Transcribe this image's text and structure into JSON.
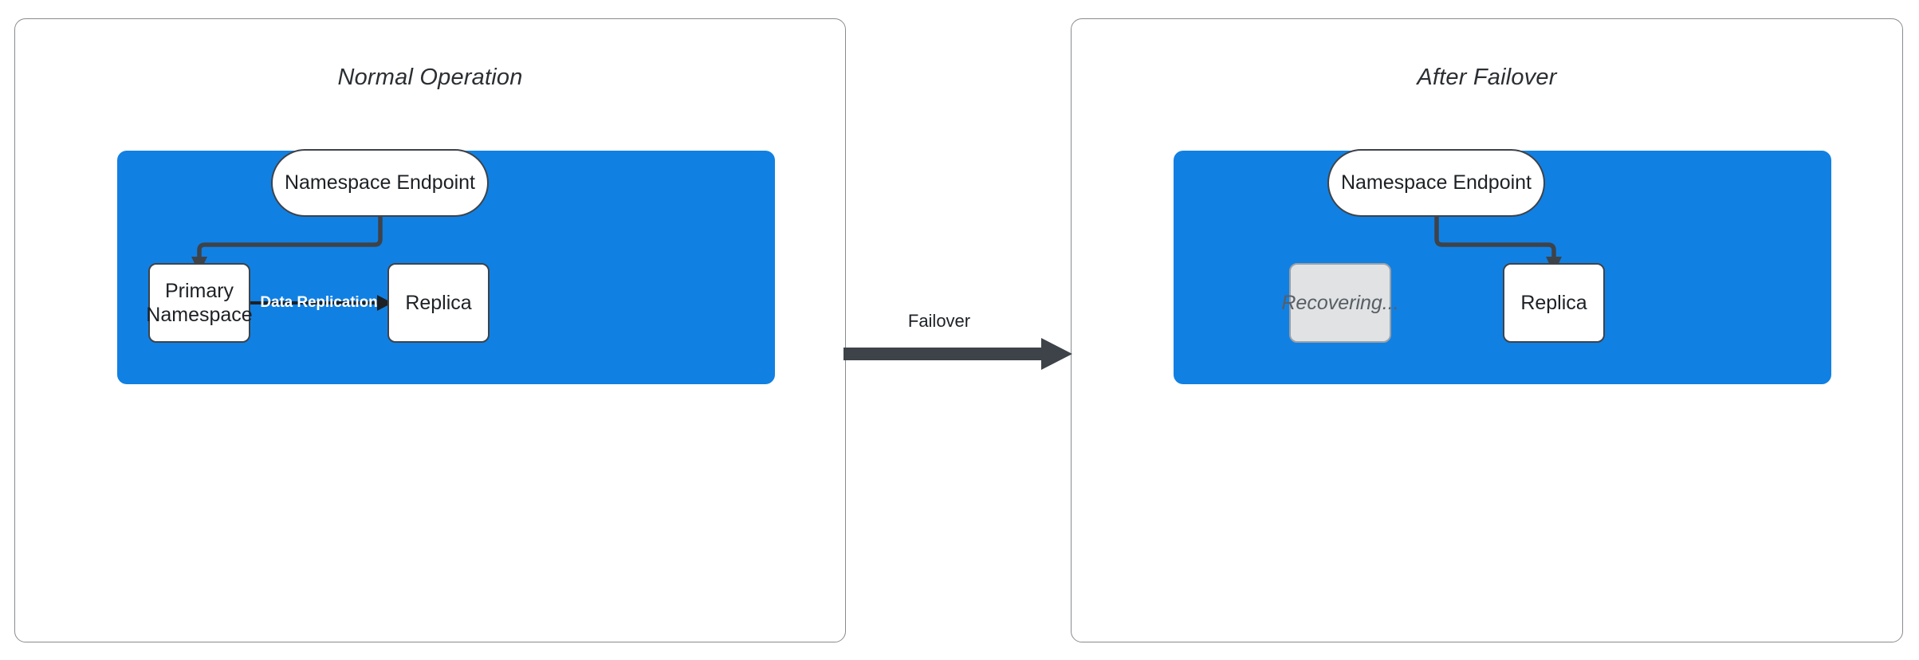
{
  "diagram": {
    "title_left": "Normal Operation",
    "title_right": "After Failover",
    "transition_label": "Failover",
    "colors": {
      "region_blue": "#1180e3",
      "node_stroke": "#3d4349",
      "node_fill": "#ffffff",
      "dim_fill": "#e0e2e4",
      "dim_text": "#585e64",
      "panel_border": "#888b8e",
      "arrow": "#3d4349",
      "replication_label": "#ffffff"
    },
    "panels": [
      {
        "name": "normal-operation",
        "title": "Normal Operation",
        "nodes": [
          {
            "id": "endpoint",
            "label": "Namespace Endpoint",
            "shape": "pill",
            "state": "active"
          },
          {
            "id": "primary",
            "label": "Primary\nNamespace",
            "line1": "Primary",
            "line2": "Namespace",
            "shape": "box",
            "state": "active"
          },
          {
            "id": "replica",
            "label": "Replica",
            "shape": "box",
            "state": "active"
          }
        ],
        "edges": [
          {
            "from": "endpoint",
            "to": "primary",
            "label": "",
            "style": "elbow-arrow"
          },
          {
            "from": "primary",
            "to": "replica",
            "label": "Data Replication",
            "style": "straight-arrow"
          }
        ]
      },
      {
        "name": "after-failover",
        "title": "After Failover",
        "nodes": [
          {
            "id": "endpoint",
            "label": "Namespace Endpoint",
            "shape": "pill",
            "state": "active"
          },
          {
            "id": "recovering",
            "label": "Recovering...",
            "shape": "box",
            "state": "dimmed"
          },
          {
            "id": "replica",
            "label": "Replica",
            "shape": "box",
            "state": "active"
          }
        ],
        "edges": [
          {
            "from": "endpoint",
            "to": "replica",
            "label": "",
            "style": "elbow-arrow"
          }
        ]
      }
    ],
    "labels": {
      "namespace_endpoint": "Namespace Endpoint",
      "primary_line1": "Primary",
      "primary_line2": "Namespace",
      "replica": "Replica",
      "recovering": "Recovering...",
      "data_replication": "Data Replication",
      "failover": "Failover"
    }
  }
}
